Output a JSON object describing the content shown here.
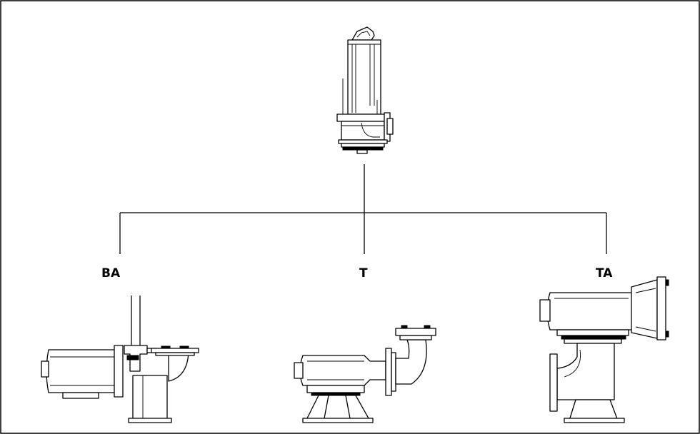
{
  "diagram": {
    "labels": {
      "ba": "BA",
      "t": "T",
      "ta": "TA"
    }
  }
}
